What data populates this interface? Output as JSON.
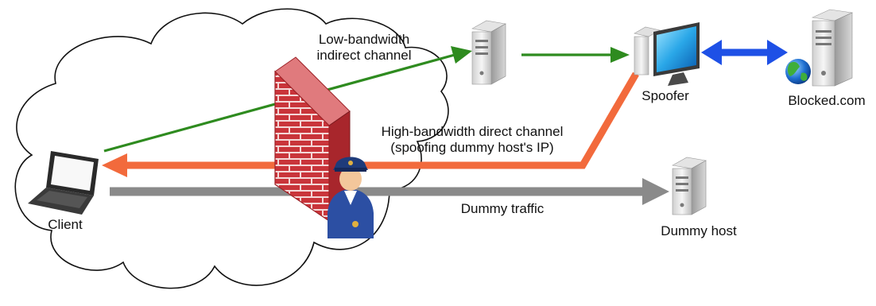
{
  "labels": {
    "low_bandwidth_line1": "Low-bandwidth",
    "low_bandwidth_line2": "indirect channel",
    "high_bandwidth_line1": "High-bandwidth direct channel",
    "high_bandwidth_line2": "(spoofing dummy host's IP)",
    "dummy_traffic": "Dummy traffic",
    "client": "Client",
    "spoofer": "Spoofer",
    "blocked": "Blocked.com",
    "dummy_host": "Dummy host"
  },
  "colors": {
    "indirect_channel": "#2e8b1f",
    "direct_channel": "#f26a3c",
    "dummy_traffic": "#8a8a8a",
    "blocked_link": "#1e50e6",
    "firewall_brick": "#c9343a",
    "firewall_mortar": "#f4d7d7",
    "cloud_stroke": "#111111"
  },
  "icons": [
    "cloud-icon",
    "laptop-icon",
    "firewall-icon",
    "police-officer-icon",
    "server-icon",
    "desktop-computer-icon",
    "globe-icon"
  ]
}
